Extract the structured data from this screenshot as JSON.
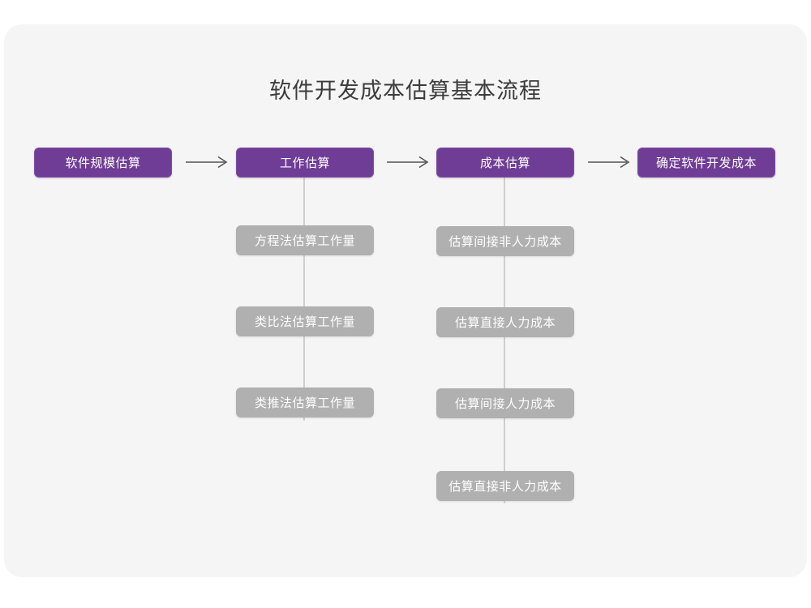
{
  "card": {
    "background_color": "#F5F5F5",
    "page_background_color": "#FFFFFF"
  },
  "title": "软件开发成本估算基本流程",
  "colors": {
    "primary": "#6F3C96",
    "secondary": "#B0B0B0",
    "connector": "#CFCFCF",
    "arrow": "#555555",
    "title_text": "#3C3C3C",
    "node_text": "#FFFFFF"
  },
  "chart_data": {
    "type": "diagram",
    "title": "软件开发成本估算基本流程",
    "orientation": "left-to-right",
    "main_flow": [
      {
        "id": "step-1",
        "label": "软件规模估算",
        "style": "primary",
        "children": []
      },
      {
        "id": "step-2",
        "label": "工作估算",
        "style": "primary",
        "children": [
          "方程法估算工作量",
          "类比法估算工作量",
          "类推法估算工作量"
        ]
      },
      {
        "id": "step-3",
        "label": "成本估算",
        "style": "primary",
        "children": [
          "估算间接非人力成本",
          "估算直接人力成本",
          "估算间接人力成本",
          "估算直接非人力成本"
        ]
      },
      {
        "id": "step-4",
        "label": "确定软件开发成本",
        "style": "primary",
        "children": []
      }
    ],
    "connectors": [
      {
        "from": "step-1",
        "to": "step-2",
        "glyph": "→"
      },
      {
        "from": "step-2",
        "to": "step-3",
        "glyph": "→"
      },
      {
        "from": "step-3",
        "to": "step-4",
        "glyph": "→"
      }
    ]
  },
  "nodes": {
    "top_row": [
      {
        "label": "软件规模估算"
      },
      {
        "label": "工作估算"
      },
      {
        "label": "成本估算"
      },
      {
        "label": "确定软件开发成本"
      }
    ],
    "work_estimation_subnodes": [
      {
        "label": "方程法估算工作量"
      },
      {
        "label": "类比法估算工作量"
      },
      {
        "label": "类推法估算工作量"
      }
    ],
    "cost_estimation_subnodes": [
      {
        "label": "估算间接非人力成本"
      },
      {
        "label": "估算直接人力成本"
      },
      {
        "label": "估算间接人力成本"
      },
      {
        "label": "估算直接非人力成本"
      }
    ]
  }
}
